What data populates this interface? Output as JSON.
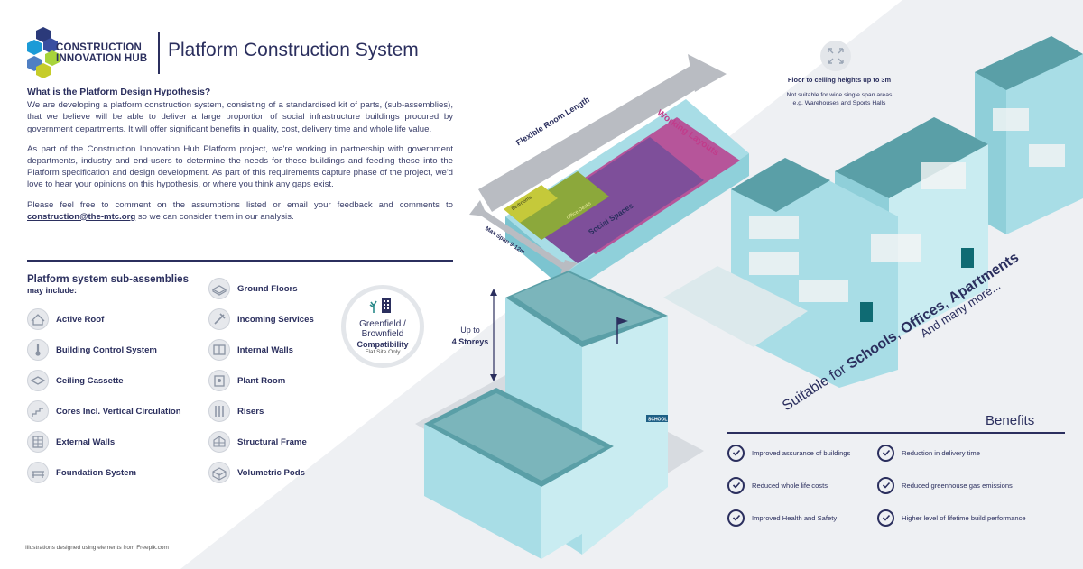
{
  "logo": {
    "line1": "CONSTRUCTION",
    "line2": "INNOVATION HUB"
  },
  "title": "Platform Construction System",
  "intro": {
    "heading": "What is the Platform Design Hypothesis?",
    "p1": "We are developing a platform construction system, consisting of a standardised kit of parts, (sub-assemblies), that we believe will be able to deliver a large proportion of social infrastructure buildings procured by government departments. It will offer significant benefits in quality, cost, delivery time and whole life value.",
    "p2": "As part of the Construction Innovation Hub Platform project, we're working in partnership with government departments, industry and end-users to determine the needs for these buildings and feeding these into the Platform specification and design development. As part of this requirements capture phase of the project, we'd love to hear your opinions on this hypothesis, or where you think any gaps exist.",
    "p3_before": "Please feel free to comment on the assumptions listed or email your feedback and comments to ",
    "email": "construction@the-mtc.org",
    "p3_after": " so we can consider them in our analysis."
  },
  "subassemblies": {
    "title": "Platform system sub-assemblies",
    "subtitle": "may include:",
    "left": [
      {
        "label": "Active Roof",
        "icon": "roof-icon"
      },
      {
        "label": "Building Control System",
        "icon": "thermometer-icon"
      },
      {
        "label": "Ceiling Cassette",
        "icon": "ceiling-icon"
      },
      {
        "label": "Cores Incl. Vertical Circulation",
        "icon": "stairs-icon"
      },
      {
        "label": "External Walls",
        "icon": "wall-icon"
      },
      {
        "label": "Foundation System",
        "icon": "foundation-icon"
      }
    ],
    "right": [
      {
        "label": "Ground Floors",
        "icon": "floor-icon"
      },
      {
        "label": "Incoming Services",
        "icon": "services-icon"
      },
      {
        "label": "Internal Walls",
        "icon": "internal-wall-icon"
      },
      {
        "label": "Plant Room",
        "icon": "plant-icon"
      },
      {
        "label": "Risers",
        "icon": "riser-icon"
      },
      {
        "label": "Structural Frame",
        "icon": "frame-icon"
      },
      {
        "label": "Volumetric Pods",
        "icon": "pod-icon"
      }
    ]
  },
  "diagram": {
    "flexible_room": "Flexible Room Length",
    "max_span": "Max Span 9-12m",
    "working_layouts": "Working Layouts",
    "social_spaces": "Social Spaces",
    "office_desks": "Office Desks",
    "bedrooms": "Bedrooms",
    "school_sign": "SCHOOL"
  },
  "badge": {
    "line1": "Greenfield /",
    "line2": "Brownfield",
    "strong": "Compatibility",
    "small": "Flat Site Only"
  },
  "storeys": {
    "line1": "Up to",
    "line2": "4 Storeys"
  },
  "floor_ceiling": {
    "strong": "Floor to ceiling heights up to 3m",
    "small1": "Not suitable for wide single span areas",
    "small2": "e.g. Warehouses and Sports Halls"
  },
  "suitable": {
    "prefix": "Suitable for ",
    "schools": "Schools",
    "offices": "Offices",
    "apartments": "Apartments",
    "sep": ", ",
    "more": "And many more..."
  },
  "benefits": {
    "title": "Benefits",
    "items": [
      "Improved assurance of buildings",
      "Reduction in delivery time",
      "Reduced whole life costs",
      "Reduced greenhouse gas emissions",
      "Improved Health and Safety",
      "Higher level of lifetime build performance"
    ]
  },
  "footer": "Illustrations designed using elements from Freepik.com",
  "colors": {
    "navy": "#2b2f5e",
    "teal": "#0f6b73",
    "wall": "#a8dde6",
    "purple": "#7e4f9a",
    "pink": "#c13c8b"
  }
}
